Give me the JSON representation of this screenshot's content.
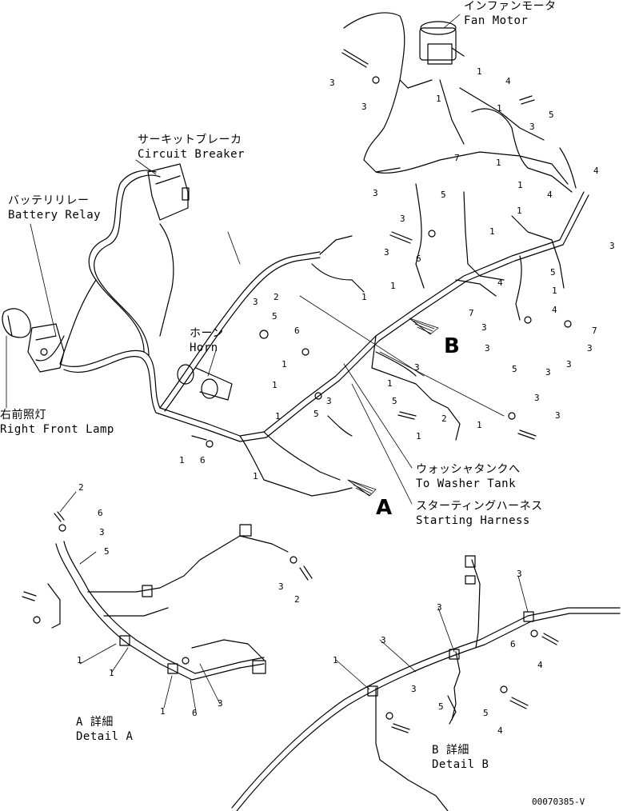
{
  "labels": {
    "fan_motor_jp": "インファンモータ",
    "fan_motor_en": "Fan Motor",
    "circuit_breaker_jp": "サーキットブレーカ",
    "circuit_breaker_en": "Circuit Breaker",
    "battery_relay_jp": "バッテリリレー",
    "battery_relay_en": "Battery Relay",
    "horn_jp": "ホーン",
    "horn_en": "Horn",
    "right_front_lamp_jp": "右前照灯",
    "right_front_lamp_en": "Right Front Lamp",
    "washer_tank_jp": "ウォッシャタンクへ",
    "washer_tank_en": "To Washer Tank",
    "starting_harness_jp": "スターティングハーネス",
    "starting_harness_en": "Starting Harness",
    "detail_a_jp": "A 詳細",
    "detail_a_en": "Detail A",
    "detail_b_jp": "B 詳細",
    "detail_b_en": "Detail B",
    "view_a": "A",
    "view_b": "B",
    "drawing_code": "00070385-V"
  },
  "callouts": {
    "n1": "1",
    "n2": "2",
    "n3": "3",
    "n4": "4",
    "n5": "5",
    "n6": "6",
    "n7": "7"
  }
}
